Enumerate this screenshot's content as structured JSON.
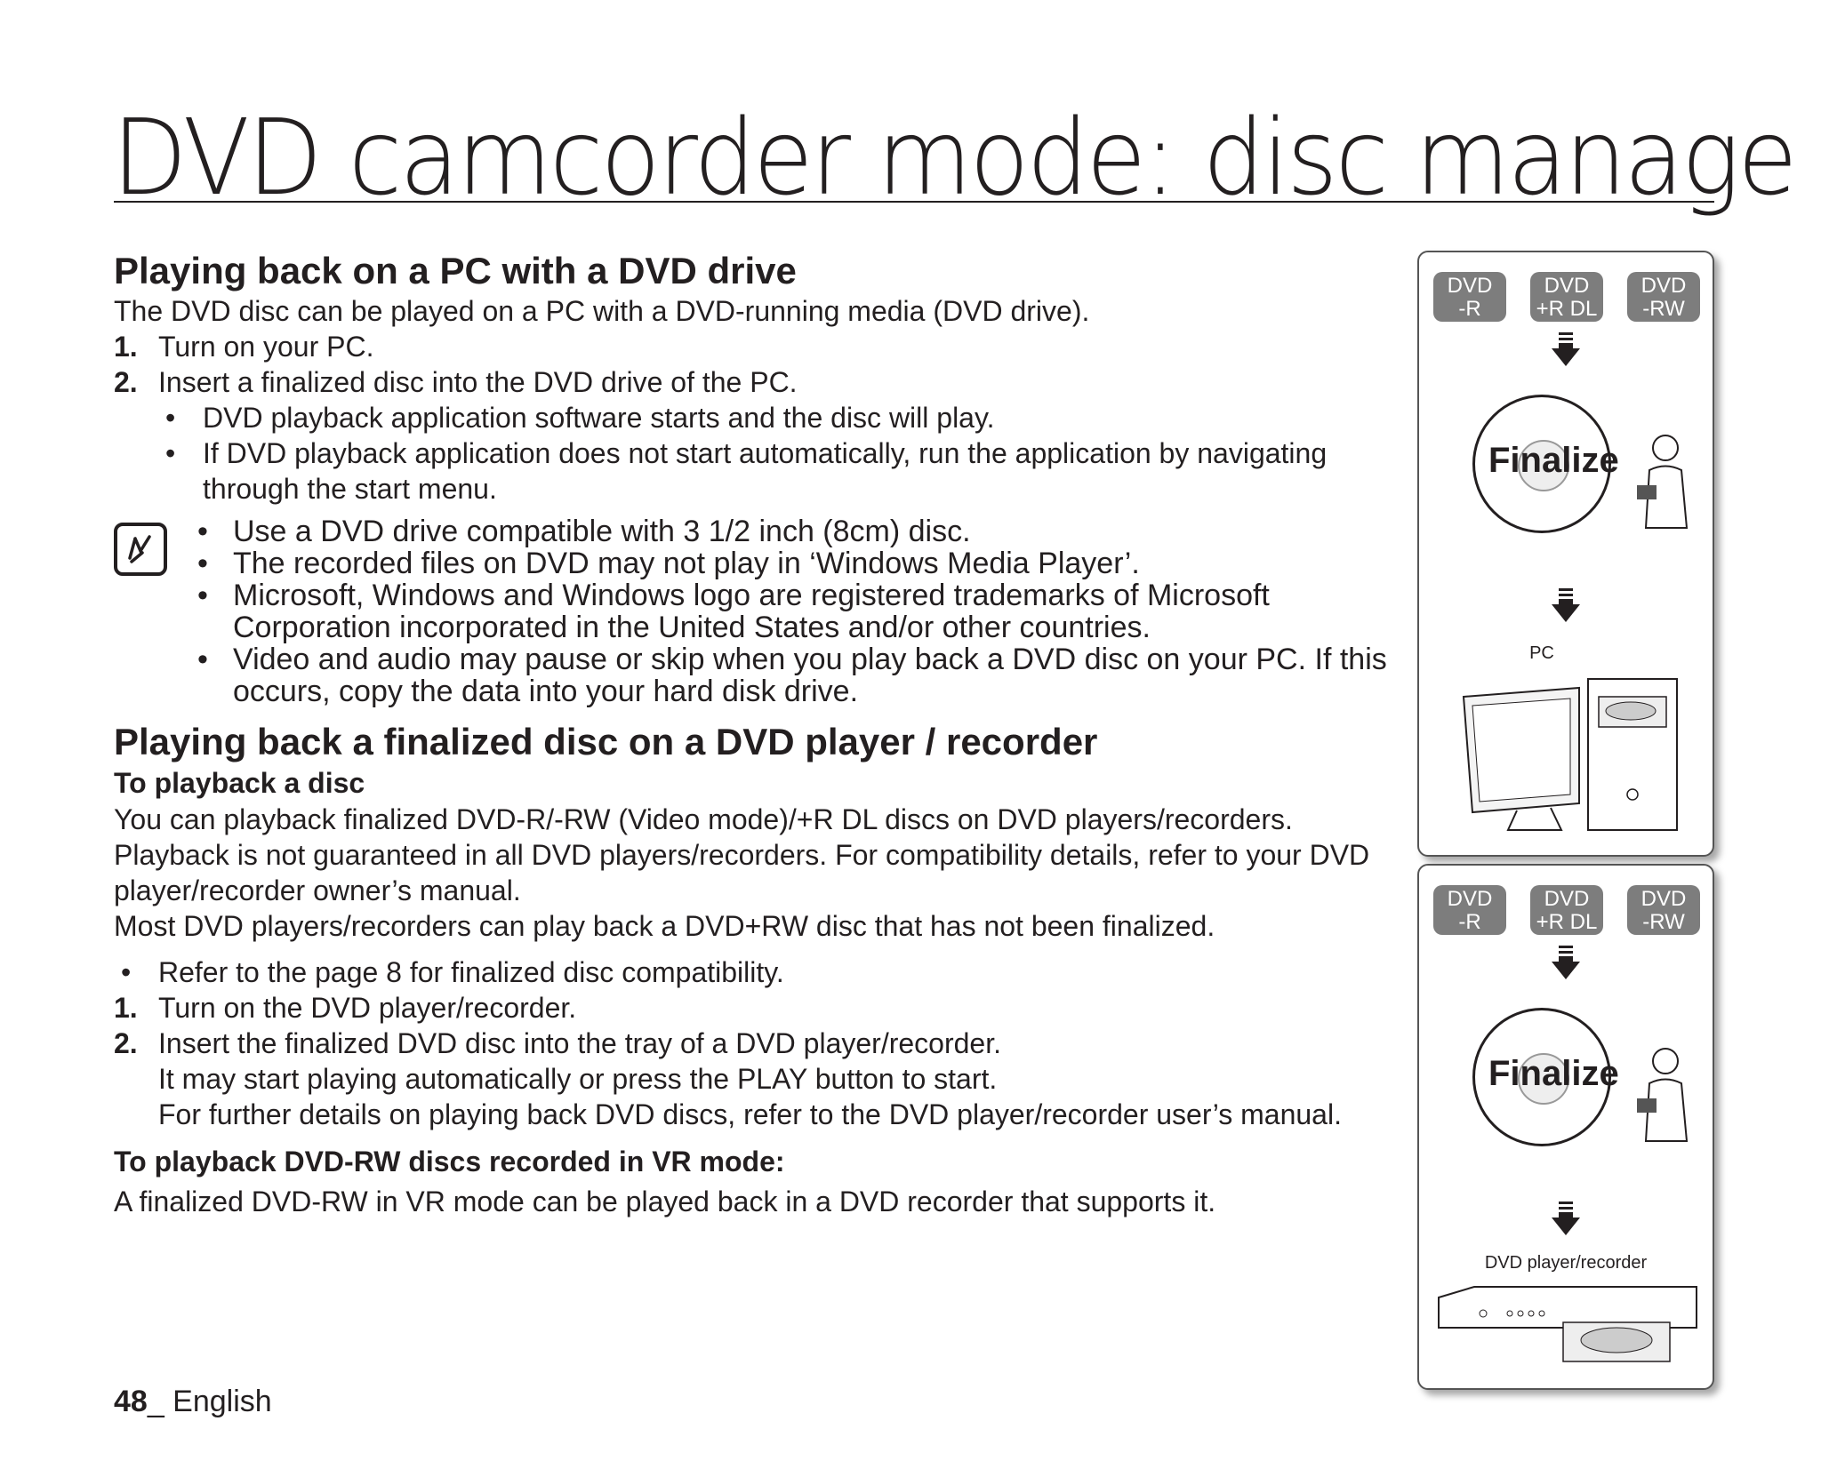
{
  "header": {
    "title": "DVD camcorder mode: disc manage"
  },
  "section1": {
    "heading": "Playing back on a PC with a DVD drive",
    "intro": "The DVD disc can be played on a PC with a DVD-running media (DVD drive).",
    "steps": [
      {
        "num": "1.",
        "text": "Turn on your PC."
      },
      {
        "num": "2.",
        "text": "Insert a finalized disc into the DVD drive of the PC."
      }
    ],
    "bullets": [
      "DVD playback application software starts and the disc will play.",
      "If DVD playback application does not start automatically, run the application by navigating through the start menu."
    ],
    "notes": [
      "Use a DVD drive compatible with 3 1/2 inch (8cm) disc.",
      "The recorded files on DVD may not play in ‘Windows Media Player’.",
      "Microsoft, Windows and Windows logo are registered trademarks of Microsoft Corporation incorporated in the United States and/or other countries.",
      "Video and audio may pause or skip when you play back a DVD disc on your PC. If this occurs, copy the data into your hard disk drive."
    ]
  },
  "section2": {
    "heading": "Playing back a finalized disc on a DVD player / recorder",
    "sub1": "To playback a disc",
    "paras": [
      "You can playback finalized DVD-R/-RW (Video mode)/+R DL discs on DVD players/recorders. Playback is not guaranteed in all DVD players/recorders. For compatibility details, refer to your DVD player/recorder owner’s manual.",
      "Most DVD players/recorders can play back a DVD+RW disc that has not been finalized."
    ],
    "bullet": "Refer to the page 8 for finalized disc compatibility.",
    "steps": [
      {
        "num": "1.",
        "text": "Turn on the DVD player/recorder."
      },
      {
        "num": "2.",
        "text": "Insert the finalized DVD disc into the tray of a DVD player/recorder."
      }
    ],
    "step2_cont": [
      "It may start playing automatically or press the PLAY button to start.",
      "For further details on playing back DVD discs, refer to the DVD player/recorder user’s manual."
    ],
    "sub2": "To playback DVD-RW discs recorded in VR mode:",
    "sub2_text": "A finalized DVD-RW in VR mode can be played back in a DVD recorder that supports it."
  },
  "panels": {
    "badges": [
      {
        "line1": "DVD",
        "line2": "-R"
      },
      {
        "line1": "DVD",
        "line2": "+R DL"
      },
      {
        "line1": "DVD",
        "line2": "-RW"
      }
    ],
    "finalize_label": "Finalize",
    "pc_label": "PC",
    "player_label": "DVD player/recorder"
  },
  "footer": {
    "page": "48",
    "lang": "_ English"
  }
}
